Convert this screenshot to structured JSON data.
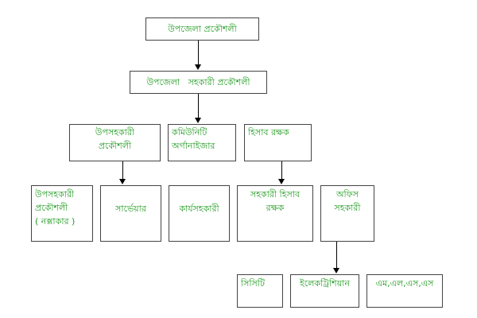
{
  "nodes": {
    "upazila_engineer": "উপজেলা প্রকৌশলী",
    "upazila_assistant_engineer": "উপজেলা   সহকারী প্রকৌশলী",
    "sub_assistant_engineer": [
      "উপসহকারী",
      "প্রকৌশলী"
    ],
    "community_organizer": [
      "কমিউনিটি",
      "অর্গানাইজার"
    ],
    "accountant": "হিসাব রক্ষক",
    "sub_assistant_engineer_draftsman": [
      "উপসহকারী",
      "প্রকৌশলী",
      "( নক্সাকার )"
    ],
    "surveyor": "সার্ভেয়ার",
    "work_assistant": "কার্যসহকারী",
    "assistant_accountant": [
      "সহকারী হিসাব",
      "রক্ষক"
    ],
    "office_assistant": [
      "অফিস",
      "সহকারী"
    ],
    "cc": "সিসিটি",
    "electrician": "ইলেকট্রিশিয়ান",
    "mlss": "এম,এল,এস,এস"
  },
  "colors": {
    "text": "#1f9a1f",
    "border": "#444444",
    "arrow": "#000000"
  }
}
